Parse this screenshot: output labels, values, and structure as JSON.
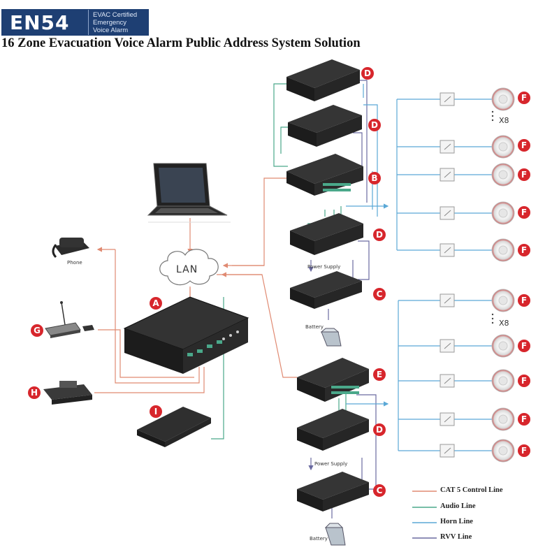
{
  "logo": {
    "main": "EN54",
    "line1": "EVAC Certified",
    "line2": "Emergency",
    "line3": "Voice Alarm"
  },
  "title": "16 Zone Evacuation Voice Alarm Public Address System Solution",
  "labels": {
    "A": "A",
    "B": "B",
    "C": "C",
    "D": "D",
    "E": "E",
    "F": "F",
    "G": "G",
    "H": "H",
    "I": "I"
  },
  "lan": "LAN",
  "phone": "Phone",
  "power_supply": "Power Supply",
  "battery": "Battery",
  "multiplier": "X8",
  "legend": [
    {
      "label": "CAT 5 Control Line",
      "color": "#e08a72"
    },
    {
      "label": "Audio Line",
      "color": "#4aa88a"
    },
    {
      "label": "Horn Line",
      "color": "#5aa8d6"
    },
    {
      "label": "RVV Line",
      "color": "#6a6aa0"
    }
  ]
}
